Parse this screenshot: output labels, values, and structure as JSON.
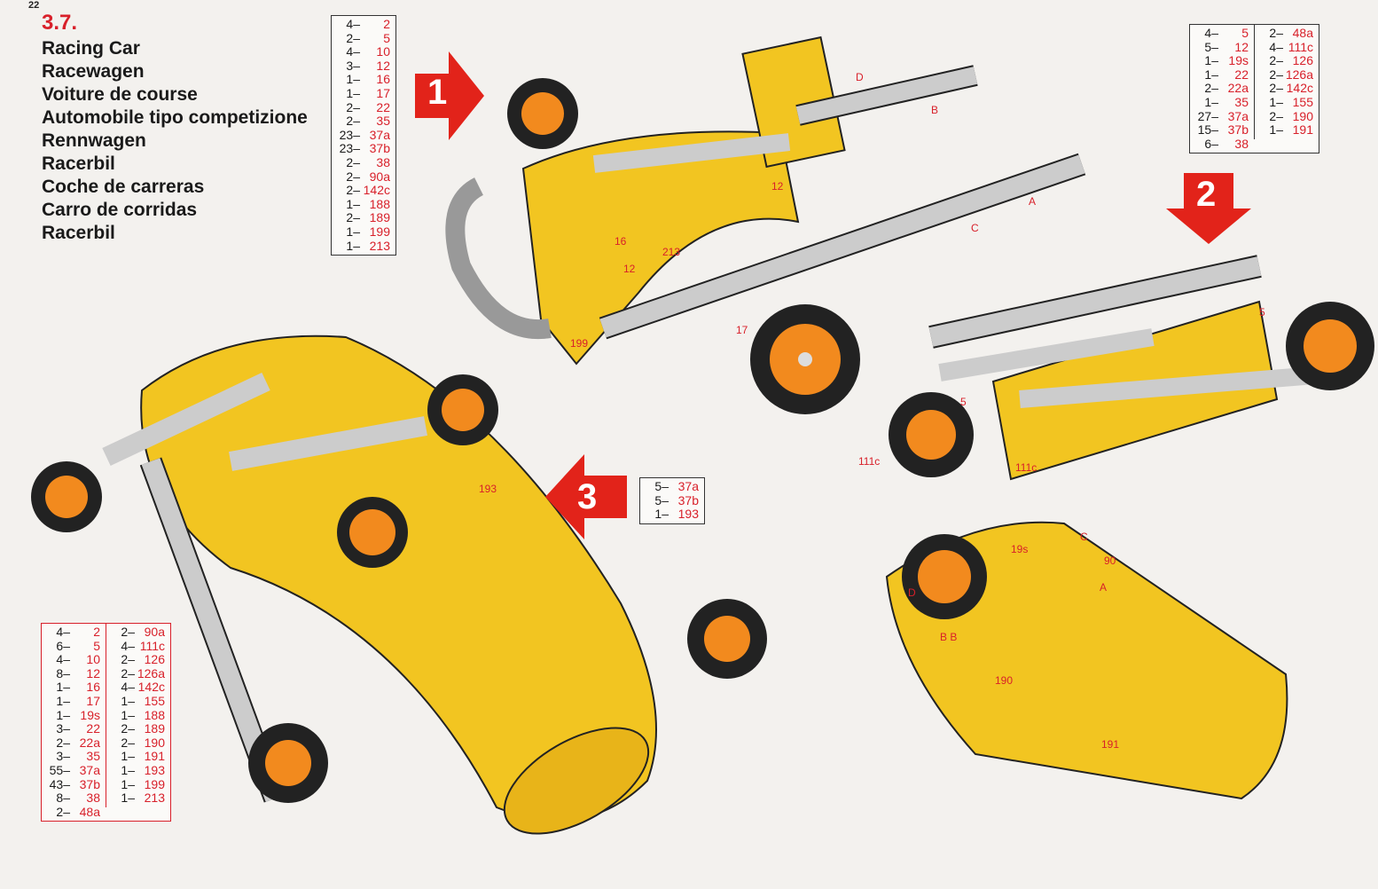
{
  "page_number": "22",
  "section": "3.7.",
  "titles": [
    "Racing Car",
    "Racewagen",
    "Voiture de course",
    "Automobile tipo competizione",
    "Rennwagen",
    "Racerbil",
    "Coche de carreras",
    "Carro de corridas",
    "Racerbil"
  ],
  "steps": [
    {
      "number": "1"
    },
    {
      "number": "2"
    },
    {
      "number": "3"
    }
  ],
  "parts_step1": [
    [
      "4–",
      "2"
    ],
    [
      "2–",
      "5"
    ],
    [
      "4–",
      "10"
    ],
    [
      "3–",
      "12"
    ],
    [
      "1–",
      "16"
    ],
    [
      "1–",
      "17"
    ],
    [
      "2–",
      "22"
    ],
    [
      "2–",
      "35"
    ],
    [
      "23–",
      "37a"
    ],
    [
      "23–",
      "37b"
    ],
    [
      "2–",
      "38"
    ],
    [
      "2–",
      "90a"
    ],
    [
      "2–",
      "142c"
    ],
    [
      "1–",
      "188"
    ],
    [
      "2–",
      "189"
    ],
    [
      "1–",
      "199"
    ],
    [
      "1–",
      "213"
    ]
  ],
  "parts_step2": {
    "left": [
      [
        "4–",
        "5"
      ],
      [
        "5–",
        "12"
      ],
      [
        "1–",
        "19s"
      ],
      [
        "1–",
        "22"
      ],
      [
        "2–",
        "22a"
      ],
      [
        "1–",
        "35"
      ],
      [
        "27–",
        "37a"
      ],
      [
        "15–",
        "37b"
      ],
      [
        "6–",
        "38"
      ]
    ],
    "right": [
      [
        "2–",
        "48a"
      ],
      [
        "4–",
        "111c"
      ],
      [
        "2–",
        "126"
      ],
      [
        "2–",
        "126a"
      ],
      [
        "2–",
        "142c"
      ],
      [
        "1–",
        "155"
      ],
      [
        "2–",
        "190"
      ],
      [
        "1–",
        "191"
      ]
    ]
  },
  "parts_step3": [
    [
      "5–",
      "37a"
    ],
    [
      "5–",
      "37b"
    ],
    [
      "1–",
      "193"
    ]
  ],
  "parts_total": {
    "left": [
      [
        "4–",
        "2"
      ],
      [
        "6–",
        "5"
      ],
      [
        "4–",
        "10"
      ],
      [
        "8–",
        "12"
      ],
      [
        "1–",
        "16"
      ],
      [
        "1–",
        "17"
      ],
      [
        "1–",
        "19s"
      ],
      [
        "3–",
        "22"
      ],
      [
        "2–",
        "22a"
      ],
      [
        "3–",
        "35"
      ],
      [
        "55–",
        "37a"
      ],
      [
        "43–",
        "37b"
      ],
      [
        "8–",
        "38"
      ],
      [
        "2–",
        "48a"
      ]
    ],
    "right": [
      [
        "2–",
        "90a"
      ],
      [
        "4–",
        "111c"
      ],
      [
        "2–",
        "126"
      ],
      [
        "2–",
        "126a"
      ],
      [
        "4–",
        "142c"
      ],
      [
        "1–",
        "155"
      ],
      [
        "1–",
        "188"
      ],
      [
        "2–",
        "189"
      ],
      [
        "2–",
        "190"
      ],
      [
        "1–",
        "191"
      ],
      [
        "1–",
        "193"
      ],
      [
        "1–",
        "199"
      ],
      [
        "1–",
        "213"
      ]
    ]
  },
  "callouts": {
    "d1": "D",
    "b1": "B",
    "a1": "A",
    "c1": "C",
    "n12a": "12",
    "n16": "16",
    "n213": "213",
    "n12b": "12",
    "n199": "199",
    "n17": "17",
    "n193": "193",
    "n5a": "5",
    "n5b": "5",
    "n111a": "111c",
    "n111b": "111c",
    "n19s": "19s",
    "n90": "90",
    "c2": "C",
    "a2": "A",
    "d2": "D",
    "b2": "B B",
    "n190": "190",
    "n191": "191"
  },
  "colors": {
    "accent": "#d8202a",
    "yellow": "#f2c521",
    "steel": "#c9c9c9"
  }
}
